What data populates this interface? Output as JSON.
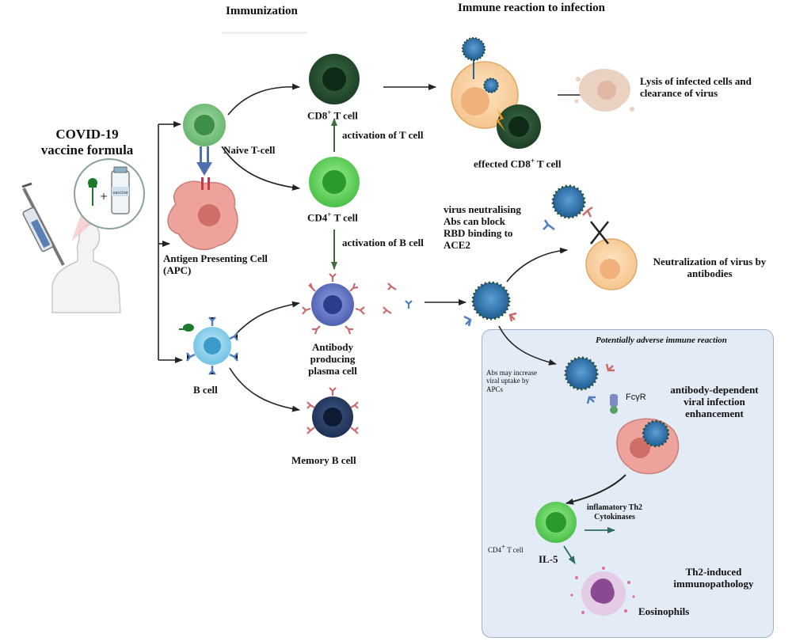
{
  "headers": {
    "immunization": "Immunization",
    "immune_reaction": "Immune reaction to infection"
  },
  "vaccine": {
    "title_line1": "COVID-19",
    "title_line2": "vaccine formula",
    "vial_label": "vaccine"
  },
  "cells": {
    "naive_t": "Naive T-cell",
    "apc_line1": "Antigen Presenting Cell",
    "apc_line2": "(APC)",
    "cd8_name": "CD8",
    "cd8_sup": "+",
    "cd8_tail": "T cell",
    "cd4_name": "CD4",
    "cd4_sup": "+",
    "cd4_tail": "T cell",
    "b_cell": "B cell",
    "plasma_line1": "Antibody",
    "plasma_line2": "producing",
    "plasma_line3": "plasma cell",
    "memory_b": "Memory B cell",
    "effected_cd8_pre": "effected CD8",
    "effected_cd8_sup": "+",
    "effected_cd8_tail": "T cell"
  },
  "processes": {
    "activation_t": "activation of T cell",
    "activation_b": "activation of B cell",
    "lysis_line1": "Lysis of infected cells and",
    "lysis_line2": "clearance of virus",
    "neutralising_line1": "virus neutralising",
    "neutralising_line2": "Abs can block",
    "neutralising_line3": "RBD binding to",
    "neutralising_line4": "ACE2",
    "neutralization_line1": "Neutralization of virus by",
    "neutralization_line2": "antibodies"
  },
  "adverse": {
    "title": "Potentially adverse immune reaction",
    "abs_line1": "Abs may increase",
    "abs_line2": "viral uptake by",
    "abs_line3": "APCs",
    "fcyr": "FcγR",
    "ade_line1": "antibody-dependent",
    "ade_line2": "viral infection",
    "ade_line3": "enhancement",
    "inflam_line1": "inflamatory Th2",
    "inflam_line2": "Cytokinases",
    "cd4_pre": "CD4",
    "cd4_sup": "+",
    "cd4_tail": "T cell",
    "il5": "IL-5",
    "th2_line1": "Th2-induced",
    "th2_line2": "immunopathology",
    "eosinophils": "Eosinophils"
  }
}
